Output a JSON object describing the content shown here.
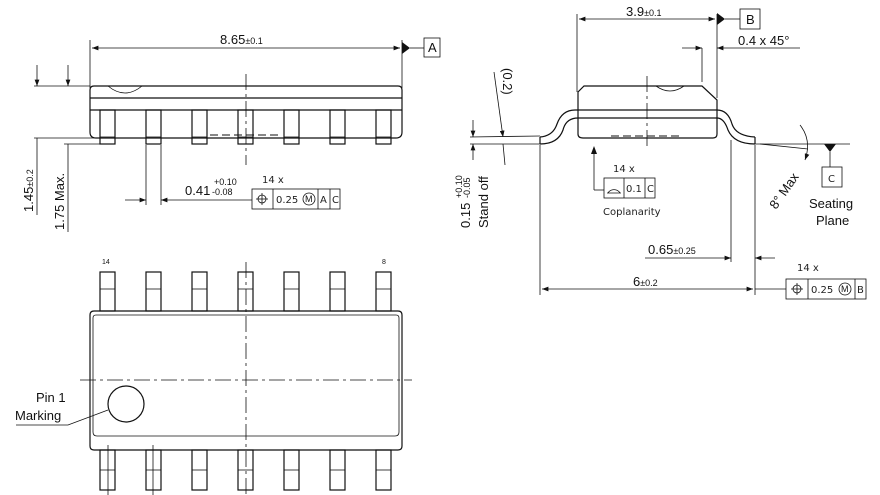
{
  "side_view": {
    "length": {
      "value": "8.65",
      "tol": "±0.1"
    },
    "datum_a": "A",
    "height": {
      "value": "1.45",
      "tol": "±0.2"
    },
    "max_height": "1.75 Max.",
    "lead_width": {
      "value": "0.41",
      "tol_plus": "+0.10",
      "tol_minus": "-0.08"
    },
    "fcf": {
      "count": "14 x",
      "tolerance": "0.25",
      "modifier": "M",
      "datum1": "A",
      "datum2": "C"
    }
  },
  "end_view": {
    "width": {
      "value": "3.9",
      "tol": "±0.1"
    },
    "datum_b": "B",
    "chamfer": "0.4 x 45°",
    "radius": "(0.2)",
    "standoff": {
      "value": "0.15",
      "tol_plus": "+0.10",
      "tol_minus": "-0.05",
      "label": "Stand off"
    },
    "coplanarity": {
      "count": "14 x",
      "tolerance": "0.1",
      "datum": "C",
      "label": "Coplanarity"
    },
    "angle": "8° Max",
    "datum_c": "C",
    "seating_plane": [
      "Seating",
      "Plane"
    ],
    "foot_length": {
      "value": "0.65",
      "tol": "±0.25"
    },
    "overall_width": {
      "value": "6",
      "tol": "±0.2"
    },
    "fcf": {
      "count": "14 x",
      "tolerance": "0.25",
      "modifier": "M",
      "datum": "B"
    }
  },
  "top_view": {
    "pin_label_left": "14",
    "pin_label_right": "8",
    "pin1_marking": [
      "Pin 1",
      "Marking"
    ]
  }
}
